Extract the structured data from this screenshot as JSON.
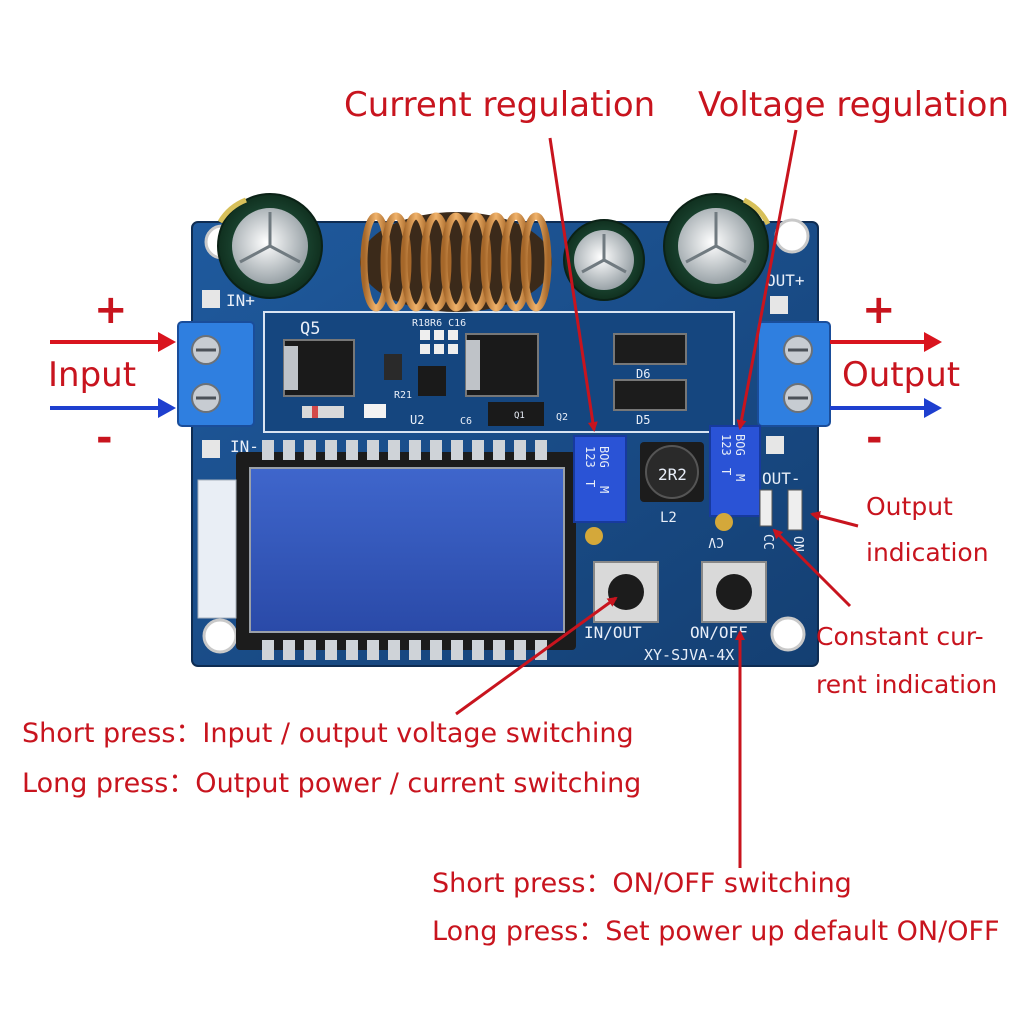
{
  "labels": {
    "current_regulation": "Current regulation",
    "voltage_regulation": "Voltage regulation",
    "input": "Input",
    "output": "Output",
    "input_plus": "+",
    "input_minus": "-",
    "output_plus": "+",
    "output_minus": "-",
    "output_indication_1": "Output",
    "output_indication_2": "indication",
    "constant_current_1": "Constant cur-",
    "constant_current_2": "rent indication",
    "inout_short": "Short press：Input / output voltage switching",
    "inout_long": "Long press：Output power / current switching",
    "onoff_short": "Short press：ON/OFF switching",
    "onoff_long": "Long press：Set power up default ON/OFF"
  },
  "board": {
    "in_plus": "IN+",
    "in_minus": "IN-",
    "out_plus": "OUT+",
    "out_minus": "OUT-",
    "q5": "Q5",
    "r18": "R18R6 C16",
    "r21": "R21",
    "u2": "U2",
    "c6": "C6",
    "q1": "Q1",
    "q2": "Q2",
    "d6": "D6",
    "d5": "D5",
    "l2": "L2",
    "inductor": "2R2",
    "pot_code": "123",
    "pot_t": "T",
    "pot_vb": "BOG",
    "pot_m": "M",
    "inout_button": "IN/OUT",
    "onoff_button": "ON/OFF",
    "model": "XY-SJVA-4X",
    "cc": "CC",
    "cv": "CV",
    "on": "ON"
  },
  "colors": {
    "annotation": "#c8141e",
    "pcb": "#1a4f8e",
    "arrow_input_plus": "#d9141e",
    "arrow_input_minus": "#1e3fcf",
    "terminal": "#2f7fe0",
    "trimpot": "#2a53d6",
    "lcd": "#3a60c8"
  }
}
